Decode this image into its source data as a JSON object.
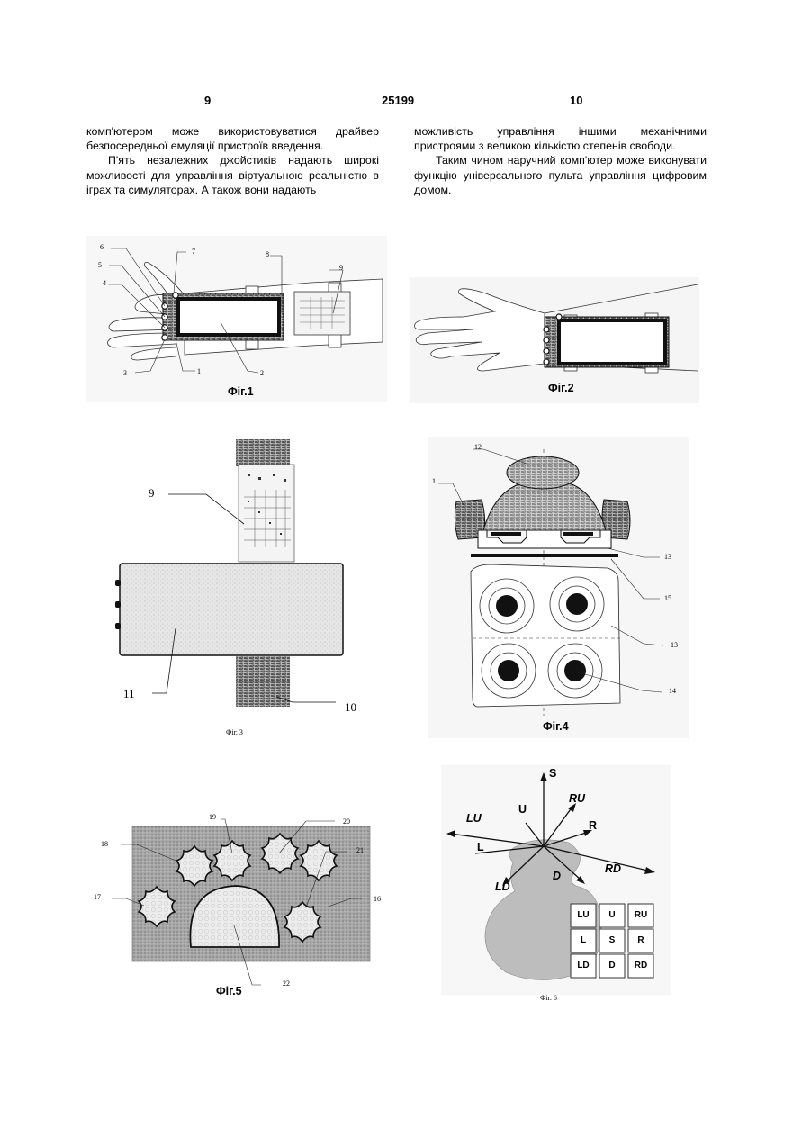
{
  "header": {
    "page_left": "9",
    "doc_number": "25199",
    "page_right": "10"
  },
  "columns": {
    "left": [
      "комп'ютером може використовуватися драйвер безпосередньої емуляції пристроїв введення.",
      "П'ять незалежних джойстиків надають широкі можливості для управління віртуальною реальністю в іграх та симуляторах. А також вони надають"
    ],
    "right": [
      "можливість управління іншими механічними пристроями з великою кількістю степенів свободи.",
      "Таким чином наручний комп'ютер може виконувати функцію універсального пульта управління цифровим домом."
    ]
  },
  "figures": {
    "fig1": {
      "caption": "Фіг.1",
      "labels": {
        "l6": "6",
        "l7": "7",
        "l8": "8",
        "l9": "9",
        "l5": "5",
        "l4": "4",
        "l3": "3",
        "l1": "1",
        "l2": "2"
      }
    },
    "fig2": {
      "caption": "Фіг.2"
    },
    "fig3": {
      "caption": "Фіг. 3",
      "labels": {
        "l9": "9",
        "l11": "11",
        "l10": "10"
      }
    },
    "fig4": {
      "caption": "Фіг.4",
      "labels": {
        "l12": "12",
        "l1": "1",
        "l13a": "13",
        "l15": "15",
        "l13b": "13",
        "l14": "14"
      }
    },
    "fig5": {
      "caption": "Фіг.5",
      "labels": {
        "l19": "19",
        "l20": "20",
        "l18": "18",
        "l21": "21",
        "l17": "17",
        "l16": "16",
        "l22": "22"
      }
    },
    "fig6": {
      "caption": "Фіг. 6",
      "directions": {
        "S": "S",
        "U": "U",
        "RU": "RU",
        "LU": "LU",
        "R": "R",
        "L": "L",
        "RD": "RD",
        "D": "D",
        "LD": "LD"
      },
      "grid": [
        [
          "LU",
          "U",
          "RU"
        ],
        [
          "L",
          "S",
          "R"
        ],
        [
          "LD",
          "D",
          "RD"
        ]
      ]
    }
  }
}
